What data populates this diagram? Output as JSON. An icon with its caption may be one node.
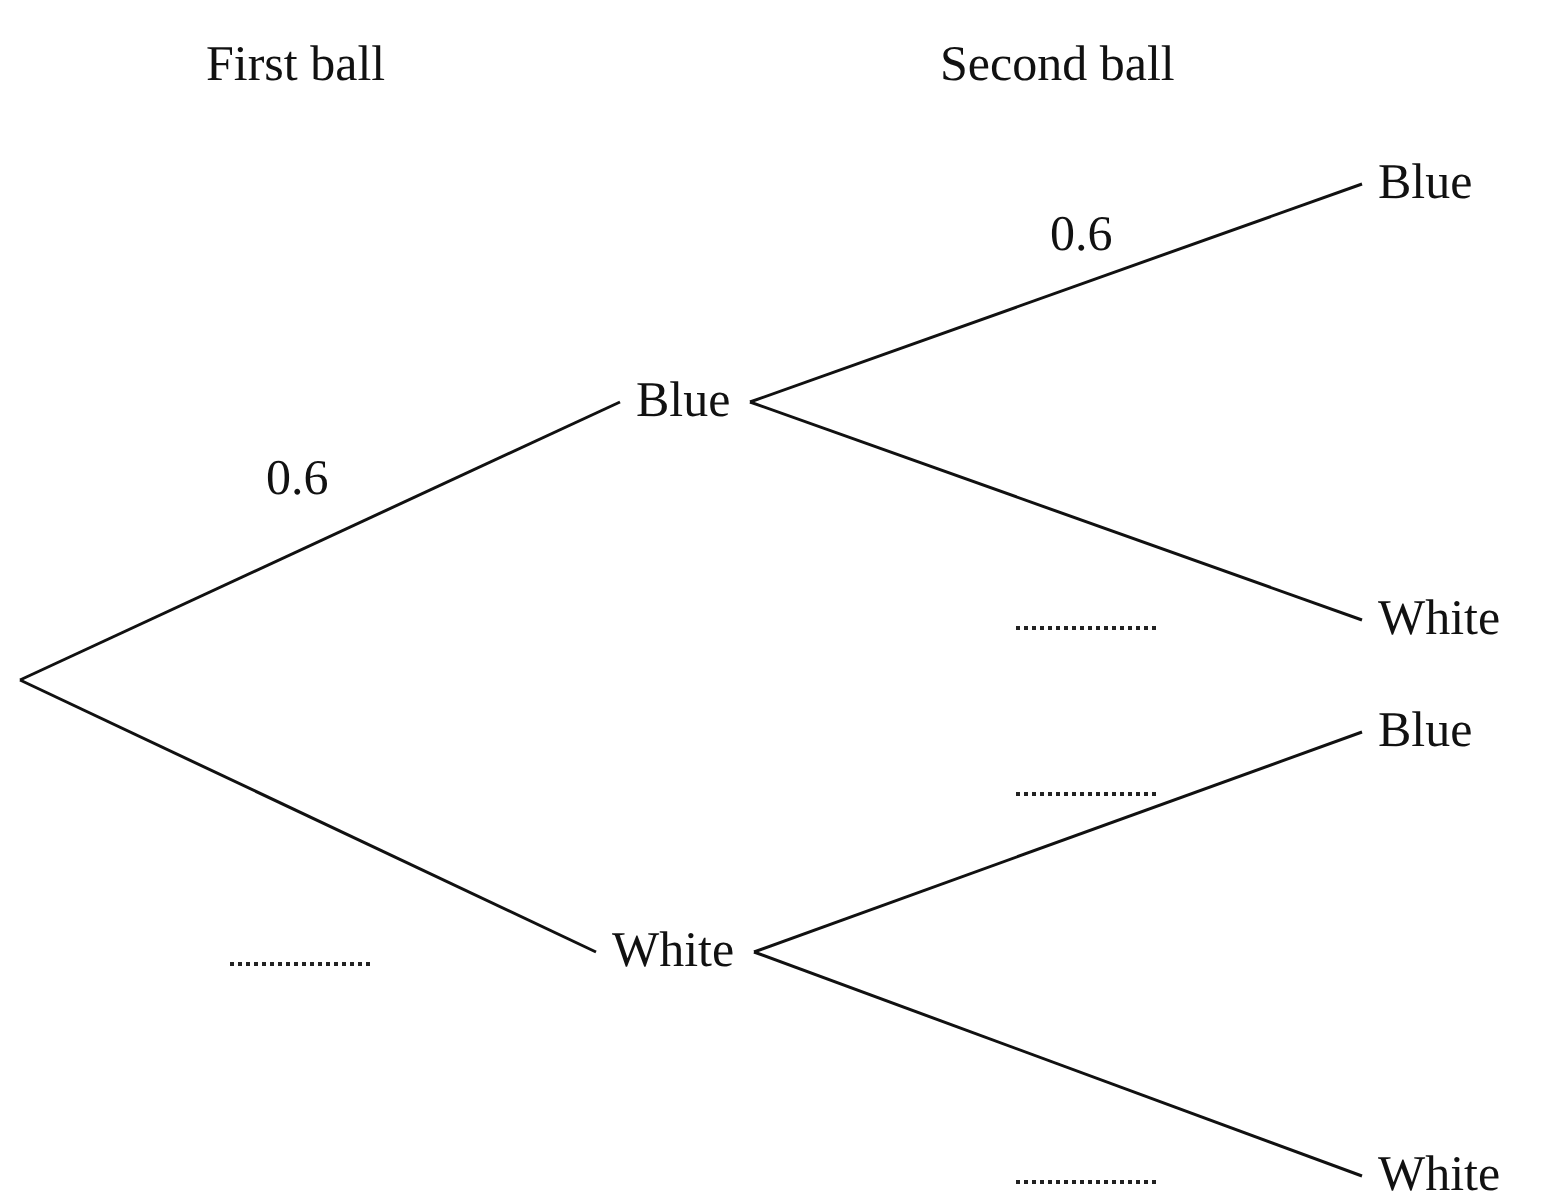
{
  "diagram": {
    "nodes": [
      {
        "text": [
          "Blue"
        ]
      },
      {
        "text": [
          "White"
        ]
      },
      {
        "text": [
          "Blue"
        ]
      },
      {
        "text": [
          "White"
        ]
      },
      {
        "text": [
          "Blue"
        ]
      },
      {
        "text": [
          "White"
        ]
      }
    ],
    "edges": [
      {
        "from": null,
        "to": 0,
        "arrow": "none",
        "label": "0.6"
      },
      {
        "from": null,
        "to": 1,
        "arrow": "none"
      },
      {
        "from": 0,
        "to": 2,
        "arrow": "none",
        "label": "0.6"
      },
      {
        "from": 0,
        "to": 3,
        "arrow": "none"
      },
      {
        "from": 1,
        "to": 4,
        "arrow": "none"
      },
      {
        "from": 1,
        "to": 5,
        "arrow": "none"
      }
    ],
    "labels": [
      "First ball",
      "Second ball"
    ]
  }
}
